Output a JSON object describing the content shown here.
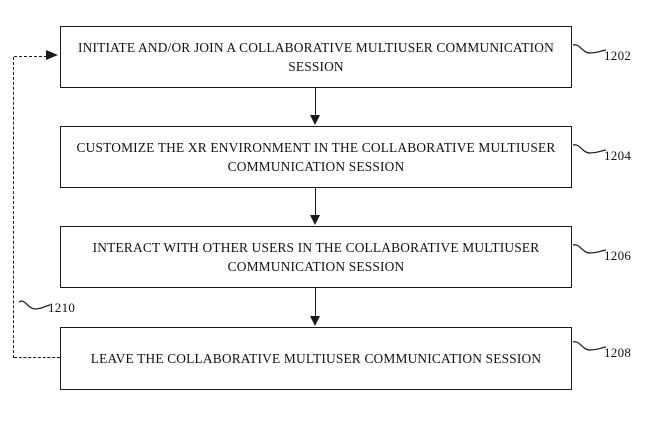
{
  "figure": {
    "type": "patent-flowchart",
    "background_color": "#ffffff",
    "line_color": "#1a1a1a"
  },
  "steps": [
    {
      "id": "1202",
      "text": "INITIATE AND/OR JOIN A COLLABORATIVE MULTIUSER COMMUNICATION SESSION",
      "ref": "1202"
    },
    {
      "id": "1204",
      "text": "CUSTOMIZE THE XR ENVIRONMENT IN THE COLLABORATIVE MULTIUSER COMMUNICATION SESSION",
      "ref": "1204"
    },
    {
      "id": "1206",
      "text": "INTERACT WITH OTHER USERS IN THE COLLABORATIVE MULTIUSER COMMUNICATION SESSION",
      "ref": "1206"
    },
    {
      "id": "1208",
      "text": "LEAVE THE COLLABORATIVE MULTIUSER COMMUNICATION SESSION",
      "ref": "1208"
    }
  ],
  "feedback_loop": {
    "ref": "1210",
    "style": "dashed",
    "from": "1208",
    "to": "1202"
  },
  "connectors": [
    {
      "from": "1202",
      "to": "1204",
      "style": "solid",
      "arrow": "down"
    },
    {
      "from": "1204",
      "to": "1206",
      "style": "solid",
      "arrow": "down"
    },
    {
      "from": "1206",
      "to": "1208",
      "style": "solid",
      "arrow": "down"
    }
  ]
}
